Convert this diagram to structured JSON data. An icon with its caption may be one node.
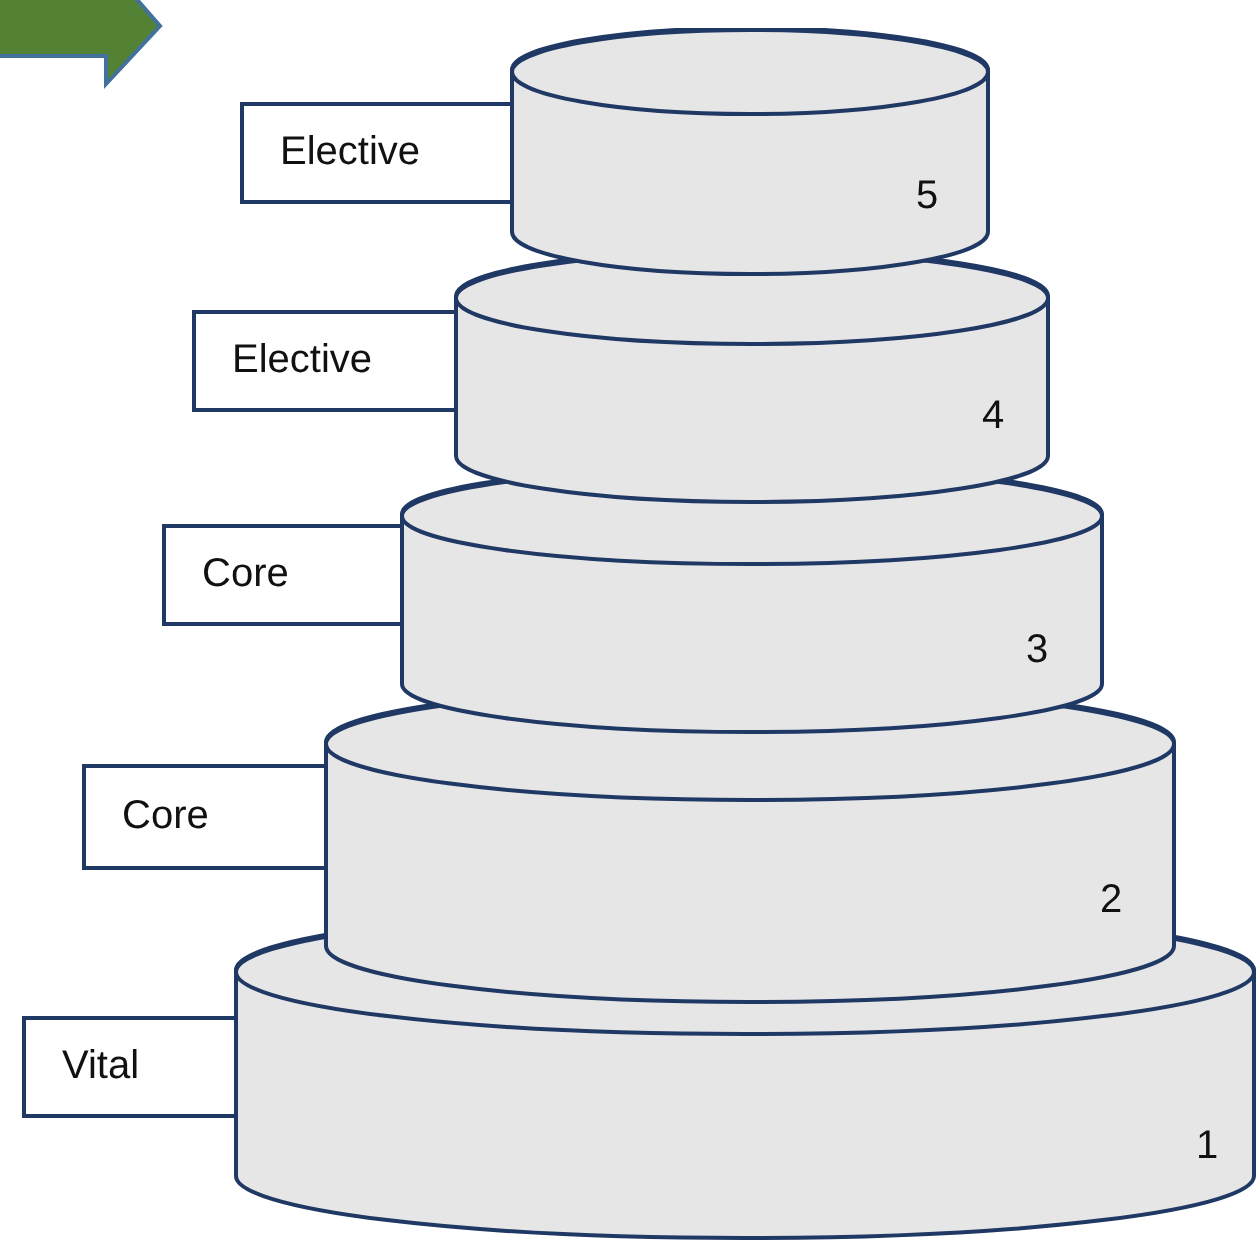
{
  "diagram": {
    "nodes": [
      {
        "text": [
          "Elective"
        ]
      },
      {
        "text": [
          "5"
        ]
      },
      {
        "text": [
          "Elective"
        ]
      },
      {
        "text": [
          "4"
        ]
      },
      {
        "text": [
          "Core"
        ]
      },
      {
        "text": [
          "3"
        ]
      },
      {
        "text": [
          "Core"
        ]
      },
      {
        "text": [
          "2"
        ]
      },
      {
        "text": [
          "Vital"
        ]
      },
      {
        "text": [
          "1"
        ]
      }
    ]
  }
}
